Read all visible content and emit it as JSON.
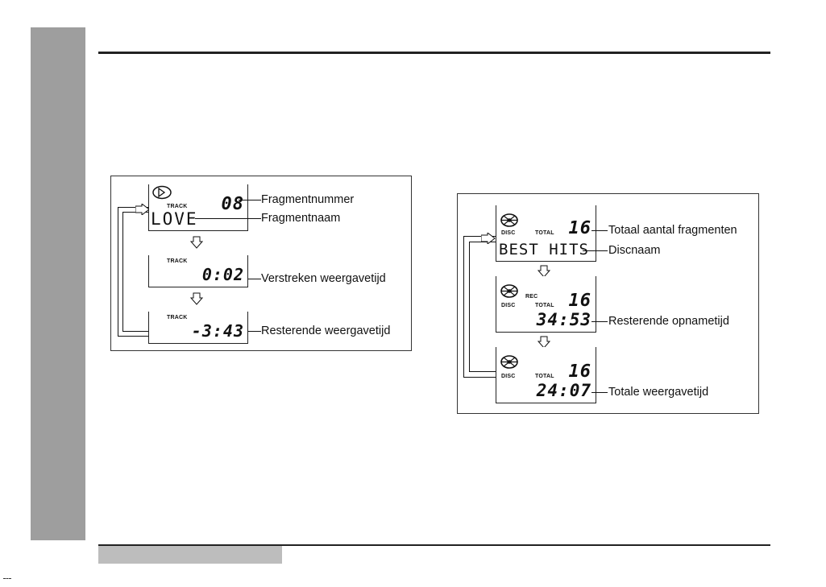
{
  "left_diagram": {
    "screen1": {
      "indicator": "TRACK",
      "number": "08",
      "name": "LOVE"
    },
    "screen2": {
      "indicator": "TRACK",
      "time": "0:02"
    },
    "screen3": {
      "indicator": "TRACK",
      "time": "-3:43"
    },
    "labels": {
      "track_number": "Fragmentnummer",
      "track_name": "Fragmentnaam",
      "elapsed_time": "Verstreken weergavetijd",
      "remaining_time": "Resterende weergavetijd"
    }
  },
  "right_diagram": {
    "screen1": {
      "disc_indicator": "DISC",
      "total_indicator": "TOTAL",
      "number": "16",
      "name": "BEST HITS"
    },
    "screen2": {
      "disc_indicator": "DISC",
      "rec_indicator": "REC",
      "total_indicator": "TOTAL",
      "number": "16",
      "time": "34:53"
    },
    "screen3": {
      "disc_indicator": "DISC",
      "total_indicator": "TOTAL",
      "number": "16",
      "time": "24:07"
    },
    "labels": {
      "total_tracks": "Totaal aantal fragmenten",
      "disc_name": "Discnaam",
      "remaining_rec_time": "Resterende opnametijd",
      "total_play_time": "Totale weergavetijd"
    }
  },
  "icons": {
    "track_icon": "cd-play-icon",
    "disc_icon": "disc-icon",
    "flow_arrow": "down-arrow-icon"
  }
}
